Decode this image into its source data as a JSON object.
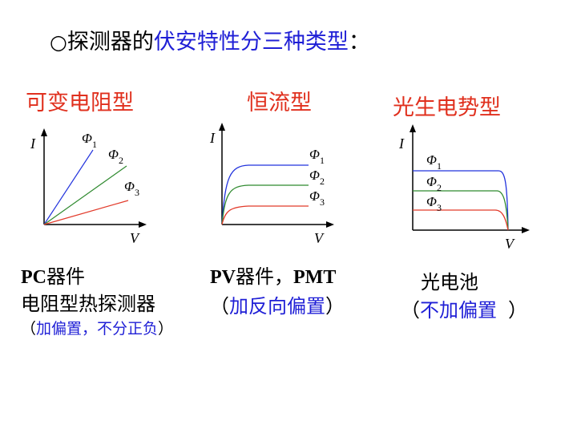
{
  "title": {
    "bullet": "○",
    "prefix": "探测器的",
    "highlight": "伏安特性分三种类型",
    "suffix": "："
  },
  "categories": [
    {
      "label": "可变电阻型"
    },
    {
      "label": "恒流型"
    },
    {
      "label": "光生电势型"
    }
  ],
  "diagrams": {
    "axis_y": "I",
    "axis_x": "V",
    "phi": "Φ",
    "subs": [
      "1",
      "2",
      "3"
    ]
  },
  "descriptions": {
    "left_line1_a": "PC",
    "left_line1_b": "器件",
    "left_line2": "电阻型热探测器",
    "left_line3_open": "（",
    "left_line3_mid": "加偏置，不分正负",
    "left_line3_close": "）",
    "mid_line1_a": "PV",
    "mid_line1_b": "器件，",
    "mid_line1_c": "PMT",
    "mid_line2_open": "（",
    "mid_line2_mid": "加反向偏置",
    "mid_line2_close": "）",
    "right_line1": "光电池",
    "right_line2_open": "（",
    "right_line2_mid": "不加偏置",
    "right_line2_close": "）"
  },
  "colors": {
    "curve1": "#2233dd",
    "curve2": "#2f8a2f",
    "curve3": "#e23a2a",
    "accent_blue": "#1f1fd6",
    "accent_red": "#e0301e"
  }
}
